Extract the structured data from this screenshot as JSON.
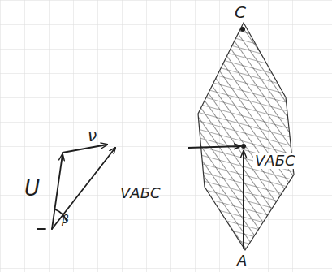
{
  "diagram": {
    "labels": [
      "U",
      "β",
      "ν",
      "VАБС",
      "C",
      "VАБС",
      "A"
    ]
  }
}
